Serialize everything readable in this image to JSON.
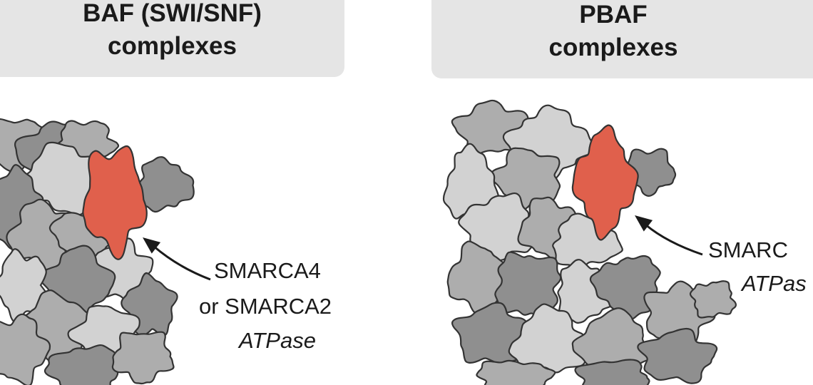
{
  "left_panel": {
    "title_line1": "BAF (SWI/SNF)",
    "title_line2": "complexes",
    "label_line1": "SMARCA4",
    "label_line2": "or SMARCA2",
    "label_line3": "ATPase"
  },
  "right_panel": {
    "title_line1": "PBAF",
    "title_line2": "complexes",
    "label_line1": "SMARC",
    "label_line2": "ATPas"
  },
  "colors": {
    "header_bg": "#e5e5e5",
    "subunit_light": "#d2d2d2",
    "subunit_mid": "#adadad",
    "subunit_dark": "#8f8f8f",
    "atpase_highlight": "#e0604c",
    "outline": "#333333"
  }
}
